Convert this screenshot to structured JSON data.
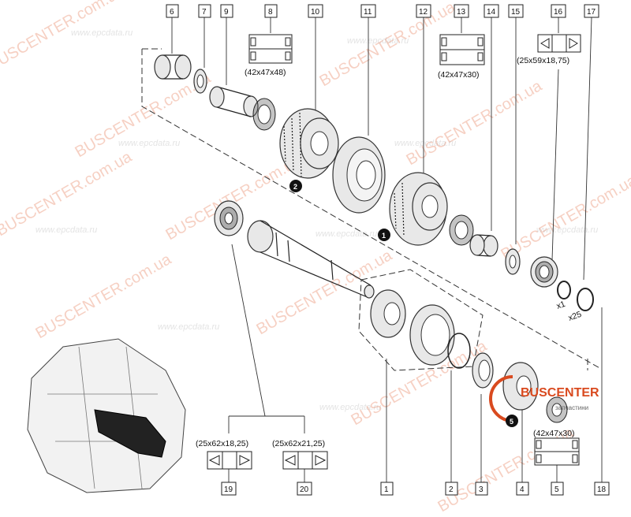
{
  "callouts": [
    "6",
    "7",
    "9",
    "8",
    "10",
    "11",
    "12",
    "13",
    "14",
    "15",
    "16",
    "17",
    "18",
    "19",
    "20",
    "1",
    "2",
    "3",
    "4",
    "5"
  ],
  "dimensions": {
    "d8": "(42x47x48)",
    "d13": "(42x47x30)",
    "d16": "(25x59x18,75)",
    "d19": "(25x62x18,25)",
    "d20": "(25x62x21,25)",
    "d5": "(42x47x30)"
  },
  "quantities": {
    "q1": "x1",
    "q2": "x25"
  },
  "markers": [
    "1",
    "2",
    "5"
  ],
  "watermarks": {
    "busbrand": "BUSCENTER",
    "busurl": "BUSCENTER.com.ua",
    "epc": "www.epcdata.ru"
  },
  "logo": {
    "name": "BUSCENTER",
    "sub": "запчастини"
  }
}
